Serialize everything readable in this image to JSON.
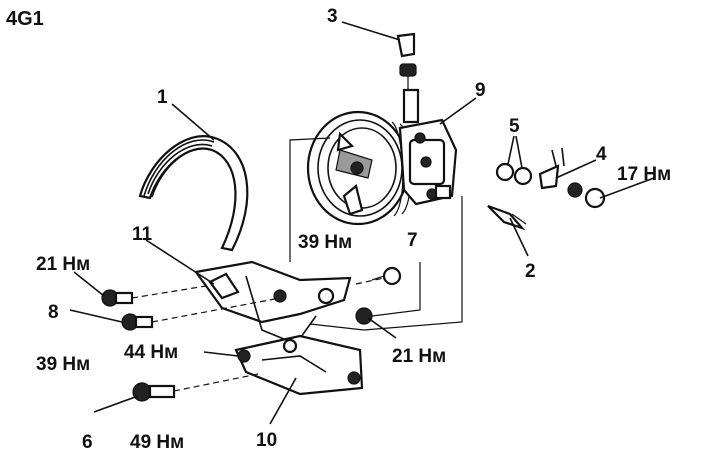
{
  "title": "4G1",
  "callouts": {
    "c1": "1",
    "c2": "2",
    "c3": "3",
    "c4": "4",
    "c5": "5",
    "c6": "6",
    "c7": "7",
    "c8": "8",
    "c9": "9",
    "c10": "10",
    "c11": "11"
  },
  "torques": {
    "t17": "17 Нм",
    "t21_left": "21 Нм",
    "t39_left": "39 Нм",
    "t44": "44 Нм",
    "t49": "49 Нм",
    "t39_center": "39 Нм",
    "t21_center": "21 Нм"
  }
}
